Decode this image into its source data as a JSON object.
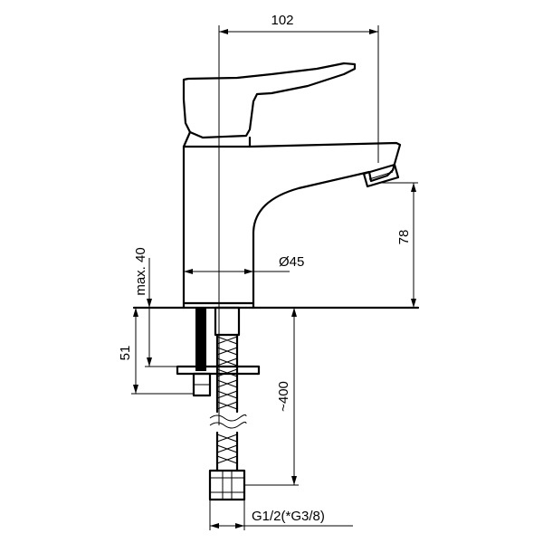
{
  "dimensions": {
    "width_top": "102",
    "spout_height": "78",
    "body_diameter": "Ø45",
    "max_deck": "max. 40",
    "shank_length": "51",
    "hose_length": "~400",
    "thread": "G1/2(*G3/8)"
  },
  "colors": {
    "line": "#000000",
    "background": "#ffffff"
  }
}
